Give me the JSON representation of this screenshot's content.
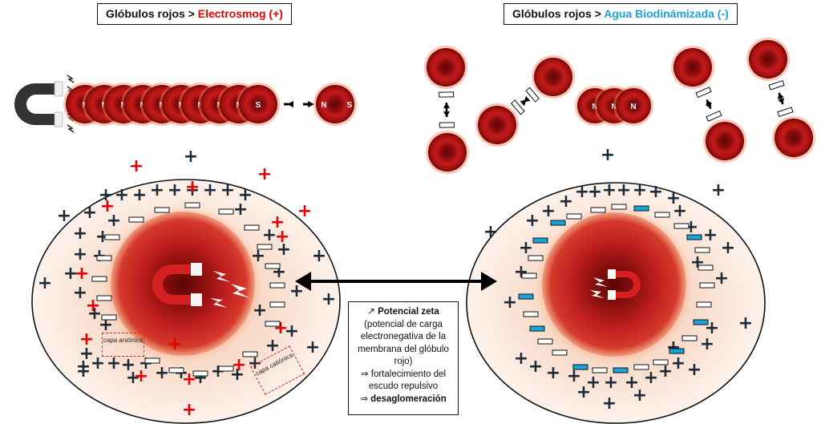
{
  "titles": {
    "left_prefix": "Glóbulos rojos > ",
    "left_highlight": "Electrosmog (+)",
    "right_prefix": "Glóbulos rojos > ",
    "right_highlight": "Agua Biodinámizada (-)"
  },
  "poles": {
    "north": "N",
    "south": "S"
  },
  "symbols": {
    "plus": "+"
  },
  "layers": {
    "anionic": "capa aniónica",
    "cationic": "capa catiónica"
  },
  "info": {
    "line1_arrow": "↗ ",
    "line1_bold": "Potencial zeta",
    "line2": "(potencial de carga electronegativa de la membrana del glóbulo rojo)",
    "line3": "⇒ fortalecimiento del escudo repulsivo",
    "line4_arrow": "⇒ ",
    "line4_bold": "desaglomeración"
  },
  "colors": {
    "positive_red": "#e60000",
    "positive_dark": "#1b2a38",
    "negative_blue": "#1aa3d9",
    "cell_red": "#b51414",
    "magnet_red": "#d42020",
    "magnet_dark": "#333333"
  },
  "icons": [
    "magnet-icon",
    "lightning-icon",
    "double-arrow-icon"
  ]
}
